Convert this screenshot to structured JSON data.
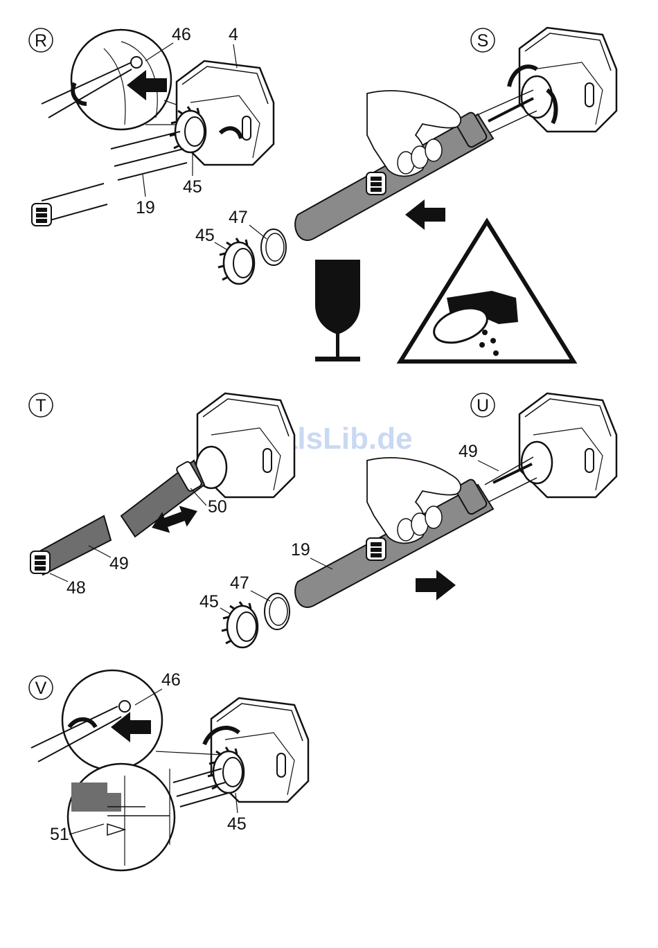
{
  "watermark": "ManualsLib.de",
  "steps": {
    "r": "R",
    "s": "S",
    "t": "T",
    "u": "U",
    "v": "V"
  },
  "labels": {
    "r_46": "46",
    "r_4": "4",
    "r_45": "45",
    "r_19": "19",
    "r_47": "47",
    "r_45b": "45",
    "t_50": "50",
    "t_49": "49",
    "t_48": "48",
    "u_49": "49",
    "u_19": "19",
    "u_47": "47",
    "u_45": "45",
    "v_46": "46",
    "v_45": "45",
    "v_51": "51"
  },
  "icons": [
    "fragile-glass-icon",
    "cut-hazard-warning-icon"
  ]
}
